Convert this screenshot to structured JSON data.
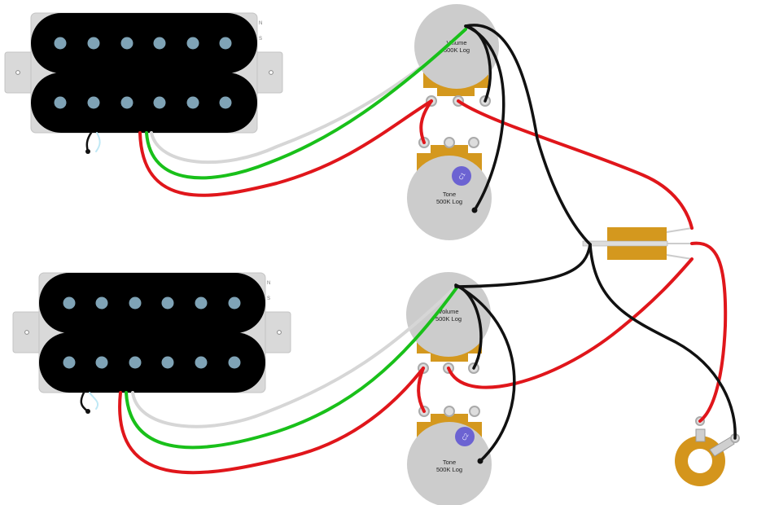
{
  "pickups": {
    "top": {
      "north_label": "N",
      "south_label": "S"
    },
    "bottom": {
      "north_label": "N",
      "south_label": "S"
    }
  },
  "pots": {
    "volume_top": {
      "line1": "Volume",
      "line2": "500K Log"
    },
    "tone_top": {
      "line1": "Tone",
      "line2": "500K Log"
    },
    "volume_bottom": {
      "line1": "Volume",
      "line2": "500K Log"
    },
    "tone_bottom": {
      "line1": "Tone",
      "line2": "500K Log"
    }
  },
  "capacitors": {
    "top": {
      "label": "C1"
    },
    "bottom": {
      "label": "C2"
    }
  },
  "colors": {
    "wire_hot": "#e0161b",
    "wire_ground": "#111111",
    "wire_green": "#19c01a",
    "wire_white": "#d6d6d6",
    "pot_body": "#cccccc",
    "pot_lug_plate": "#d4981e",
    "pickup_coil": "#000000",
    "pole_piece": "#7fa3b6",
    "capacitor": "#6c63d2",
    "toggle_switch": "#d4981e",
    "output_jack": "#d4951c"
  }
}
